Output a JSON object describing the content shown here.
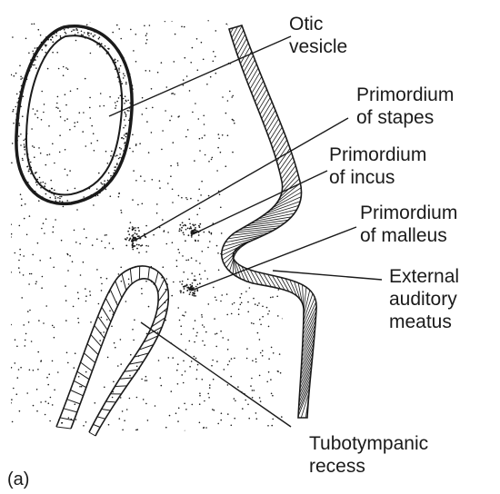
{
  "labels": {
    "otic_vesicle": [
      "Otic",
      "vesicle"
    ],
    "stapes": [
      "Primordium",
      "of stapes"
    ],
    "incus": [
      "Primordium",
      "of incus"
    ],
    "malleus": [
      "Primordium",
      "of malleus"
    ],
    "meatus": [
      "External",
      "auditory",
      "meatus"
    ],
    "tubotympanic": [
      "Tubotympanic",
      "recess"
    ],
    "panel": "(a)"
  },
  "colors": {
    "ink": "#1a1a1a",
    "background": "#ffffff"
  }
}
